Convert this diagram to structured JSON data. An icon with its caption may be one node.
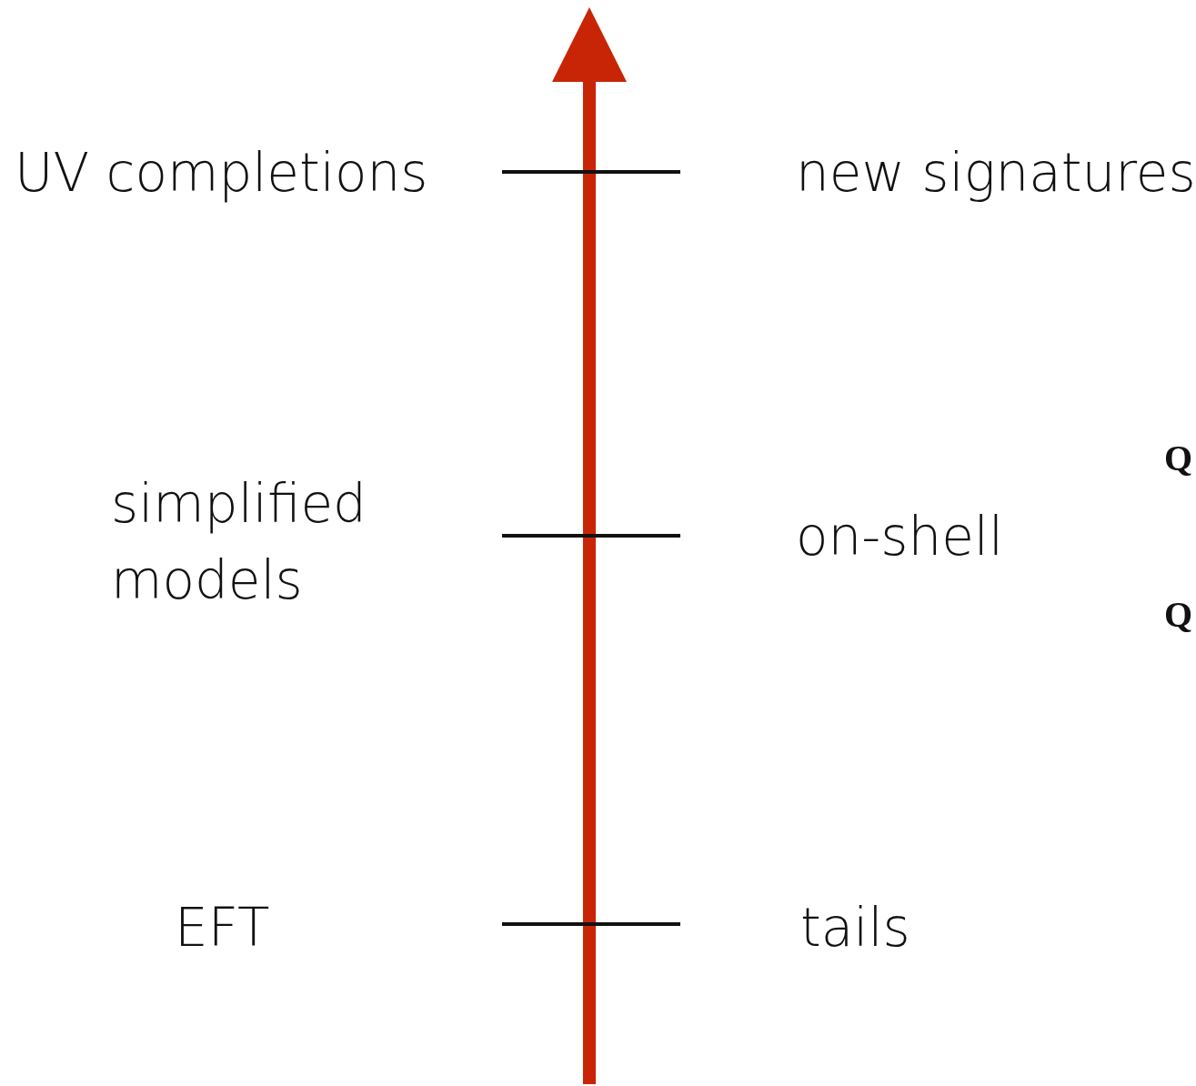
{
  "diagram": {
    "labels": [
      "UV completions",
      "new signatures",
      "Q",
      "simplified models",
      "on-shell",
      "Q",
      "EFT",
      "tails"
    ]
  }
}
